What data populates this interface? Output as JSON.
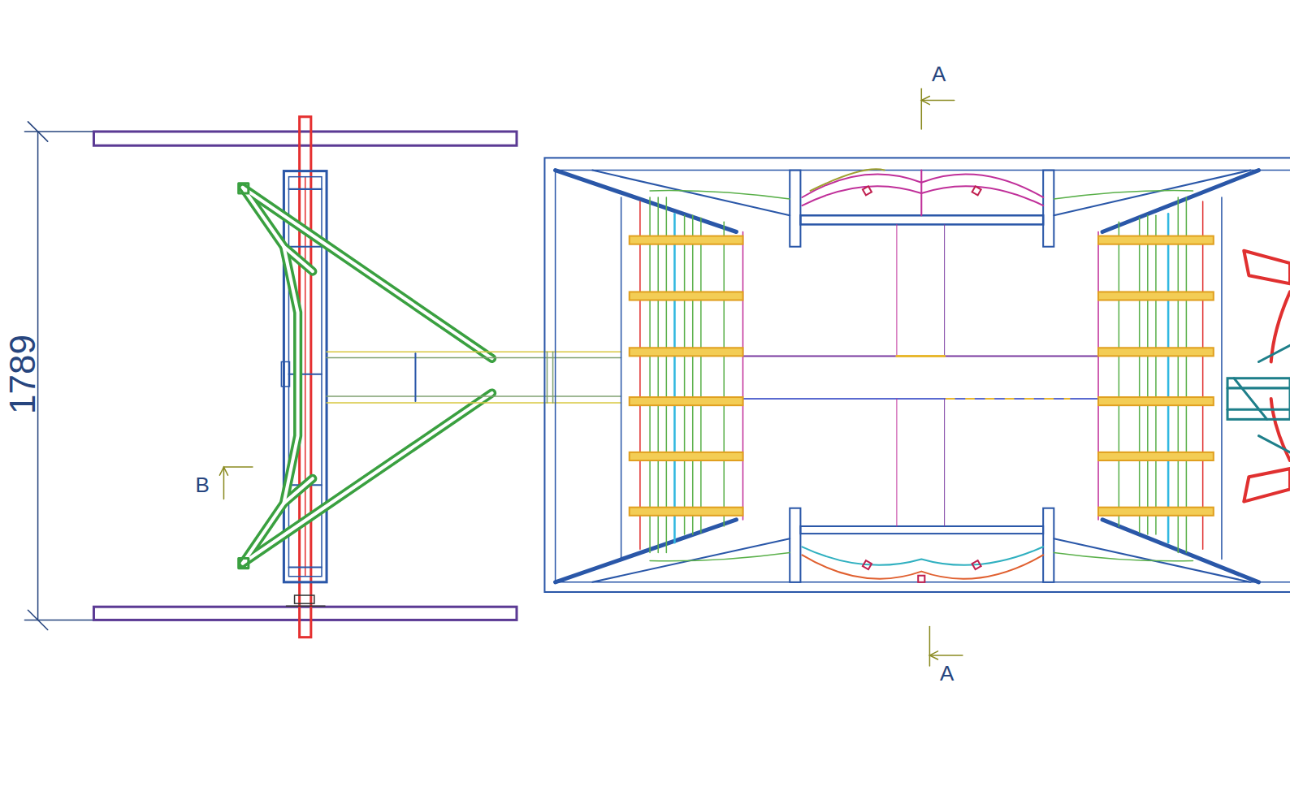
{
  "diagram": {
    "labels": [
      "1789",
      "A",
      "A",
      "B"
    ]
  }
}
